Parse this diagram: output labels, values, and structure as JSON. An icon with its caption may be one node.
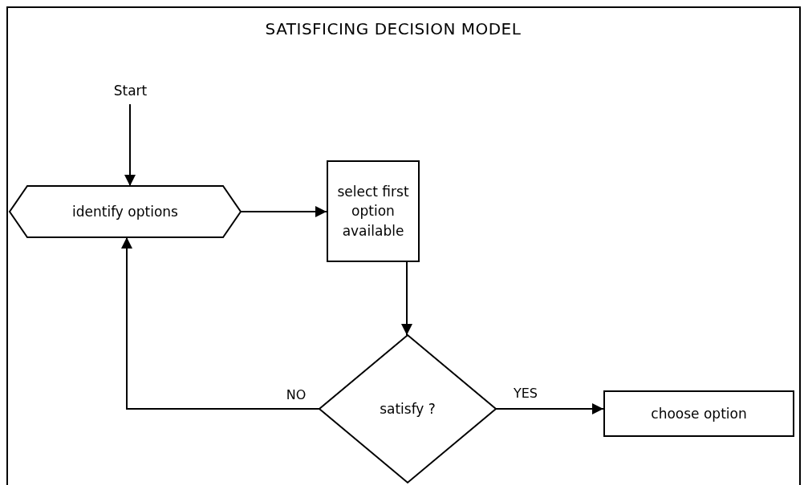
{
  "diagram": {
    "title": "SATISFICING DECISION MODEL",
    "nodes": [
      {
        "text": [
          "Start"
        ]
      },
      {
        "text": [
          "identify options"
        ]
      },
      {
        "text": [
          "select first option available"
        ]
      },
      {
        "text": [
          "satisfy ?"
        ]
      },
      {
        "text": [
          "choose option"
        ]
      }
    ],
    "edges": [
      {
        "from": 0,
        "to": 1,
        "arrow": "to"
      },
      {
        "from": 1,
        "to": 2,
        "arrow": "to"
      },
      {
        "from": 2,
        "to": 3,
        "arrow": "to"
      },
      {
        "from": 3,
        "to": 4,
        "arrow": "to",
        "label": "YES"
      },
      {
        "from": 3,
        "to": 1,
        "arrow": "to",
        "label": "NO"
      }
    ]
  }
}
